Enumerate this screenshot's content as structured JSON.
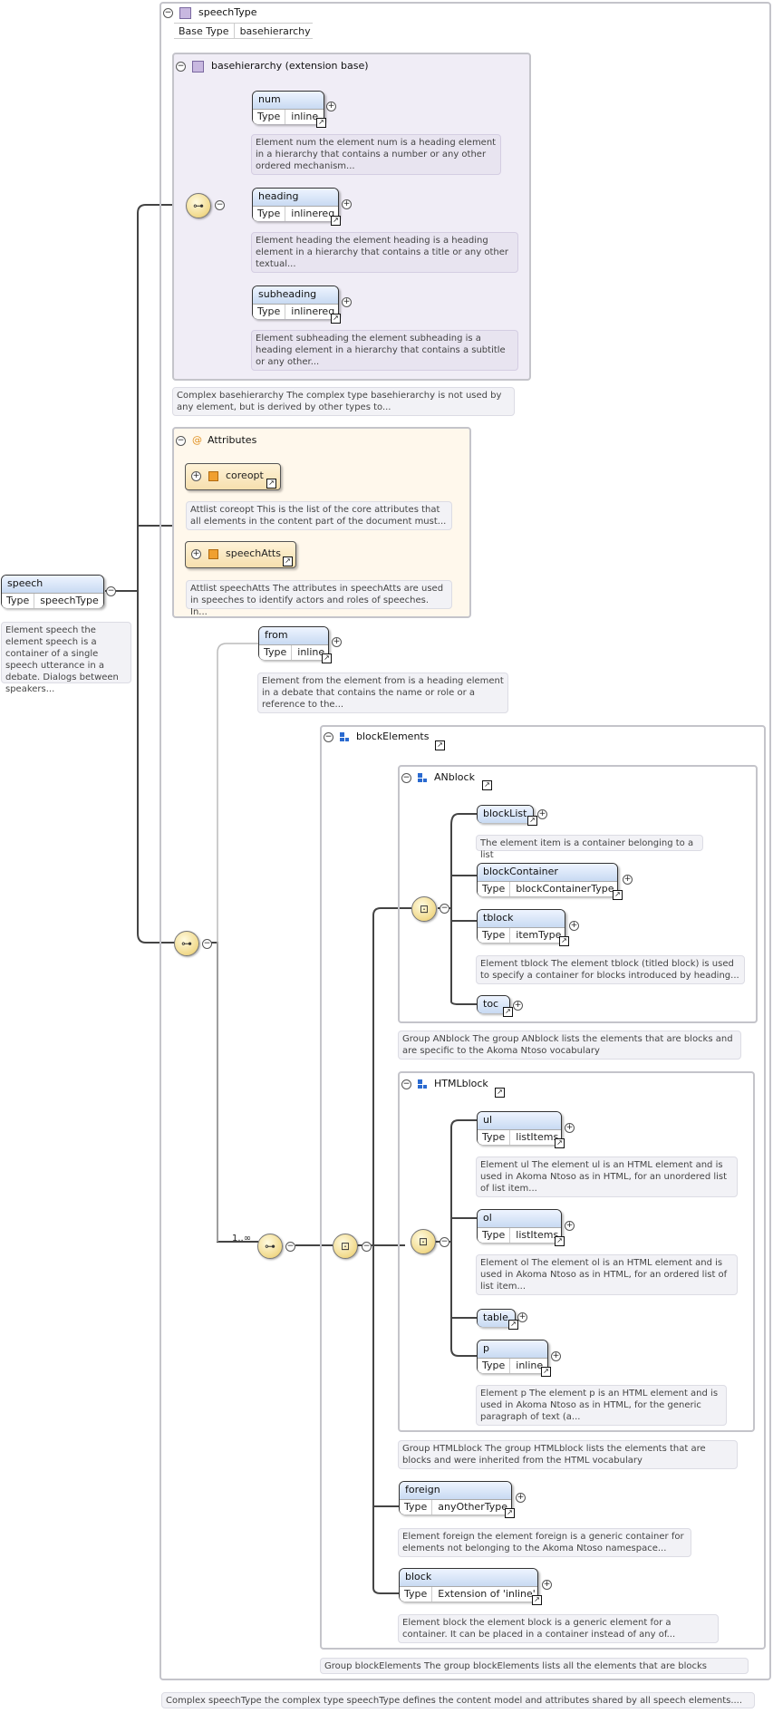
{
  "speech_type": {
    "title": "speechType",
    "base_type_label": "Base Type",
    "base_type_value": "basehierarchy",
    "footer_note": "Complex speechType the complex type speechType defines the content model and attributes shared by all speech elements...."
  },
  "root": {
    "name": "speech",
    "type_label": "Type",
    "type_value": "speechType",
    "desc": "Element speech the element speech is a container of a single speech utterance in a debate. Dialogs between speakers..."
  },
  "basehierarchy": {
    "title": "basehierarchy (extension base)",
    "note": "Complex basehierarchy The complex type basehierarchy is not used by any element, but is derived by other types to..."
  },
  "elements": {
    "num": {
      "name": "num",
      "type_label": "Type",
      "type_value": "inline",
      "desc": "Element num the element num is a heading element in a hierarchy that contains a number or any other ordered mechanism..."
    },
    "heading": {
      "name": "heading",
      "type_label": "Type",
      "type_value": "inlinereq",
      "desc": "Element heading the element heading is a heading element in a hierarchy that contains a title or any other textual..."
    },
    "subheading": {
      "name": "subheading",
      "type_label": "Type",
      "type_value": "inlinereq",
      "desc": "Element subheading the element subheading is a heading element in a hierarchy that contains a subtitle or any other..."
    },
    "from": {
      "name": "from",
      "type_label": "Type",
      "type_value": "inline",
      "desc": "Element from the element from is a heading element in a debate that contains the name or role or a reference to the..."
    },
    "blockList": {
      "name": "blockList",
      "desc": "The element item is a container belonging to a list"
    },
    "blockContainer": {
      "name": "blockContainer",
      "type_label": "Type",
      "type_value": "blockContainerType"
    },
    "tblock": {
      "name": "tblock",
      "type_label": "Type",
      "type_value": "itemType",
      "desc": "Element tblock The element tblock (titled block) is used to specify a container for blocks introduced by heading..."
    },
    "toc": {
      "name": "toc"
    },
    "ul": {
      "name": "ul",
      "type_label": "Type",
      "type_value": "listItems",
      "desc": "Element ul The element ul is an HTML element and is used in Akoma Ntoso as in HTML, for an unordered list of list item..."
    },
    "ol": {
      "name": "ol",
      "type_label": "Type",
      "type_value": "listItems",
      "desc": "Element ol The element ol is an HTML element and is used in Akoma Ntoso as in HTML, for an ordered list of list item..."
    },
    "table": {
      "name": "table"
    },
    "p": {
      "name": "p",
      "type_label": "Type",
      "type_value": "inline",
      "desc": "Element p The element p is an HTML element and is used in Akoma Ntoso as in HTML, for the generic paragraph of text (a..."
    },
    "foreign": {
      "name": "foreign",
      "type_label": "Type",
      "type_value": "anyOtherType",
      "desc": "Element foreign the element foreign is a generic container for elements not belonging to the Akoma Ntoso namespace..."
    },
    "block": {
      "name": "block",
      "type_label": "Type",
      "type_value": "Extension of 'inline'",
      "desc": "Element block the element block is a generic element for a container. It can be placed in a container instead of any of..."
    }
  },
  "attributes": {
    "title": "Attributes",
    "coreopt": {
      "name": "coreopt",
      "desc": "Attlist coreopt This is the list of the core attributes that all elements in the content part of the document must..."
    },
    "speechAtts": {
      "name": "speechAtts",
      "desc": "Attlist speechAtts The attributes in speechAtts are used in speeches to identify actors and roles of speeches. In..."
    }
  },
  "groups": {
    "blockElements": {
      "title": "blockElements",
      "note": "Group blockElements The group blockElements lists all the elements that are blocks"
    },
    "ANblock": {
      "title": "ANblock",
      "note": "Group ANblock The group ANblock lists the elements that are blocks and are specific to the Akoma Ntoso vocabulary"
    },
    "HTMLblock": {
      "title": "HTMLblock",
      "note": "Group HTMLblock The group HTMLblock lists the elements that are blocks and were inherited from the HTML vocabulary"
    }
  },
  "cardinality": "1..∞",
  "icons": [
    "collapse-icon",
    "expand-icon",
    "link-icon",
    "sequence-icon",
    "choice-icon",
    "complex-type-icon",
    "group-icon",
    "attribute-group-icon"
  ]
}
